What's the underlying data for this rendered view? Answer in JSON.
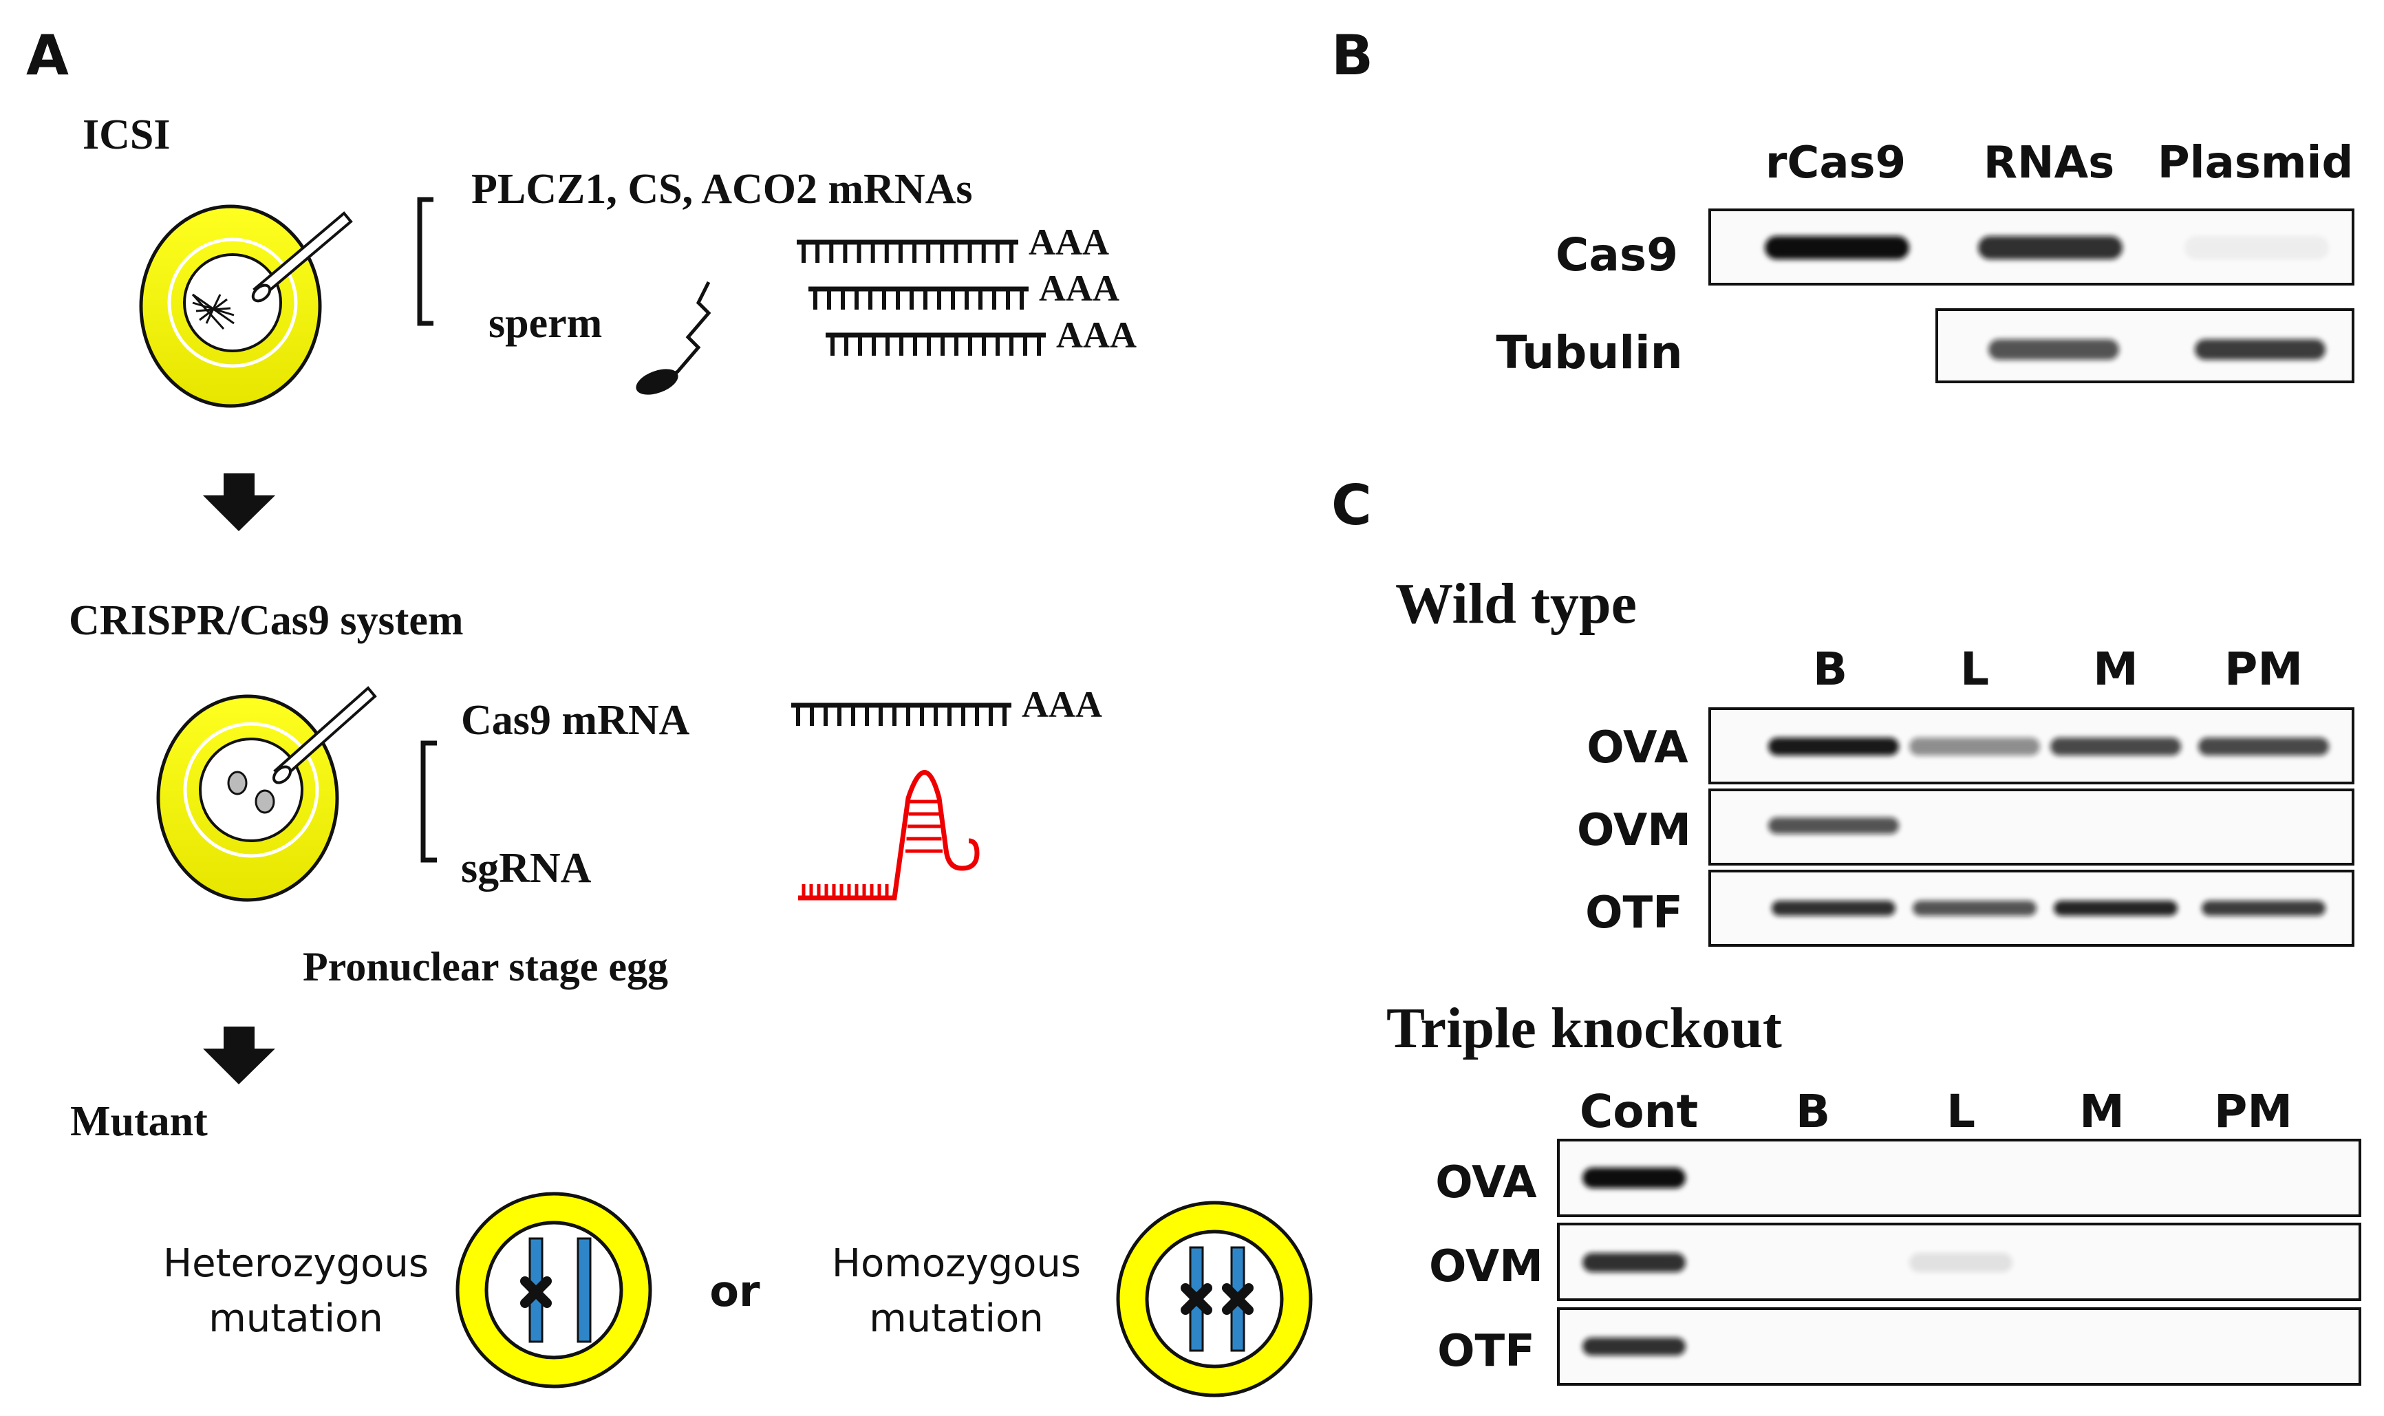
{
  "colors": {
    "egg_yellow": "#FFFF00",
    "stroke": "#111111",
    "sgRNA_red": "#EE0000",
    "chromosome_blue": "#2E86C8",
    "nucleus_grey": "#BBBBBB"
  },
  "panel_a": {
    "letter": "A",
    "icsi_title": "ICSI",
    "mrnas_label": "PLCZ1, CS, ACO2 mRNAs",
    "sperm_label": "sperm",
    "polyA_1": "AAA",
    "polyA_2": "AAA",
    "polyA_3": "AAA",
    "crispr_title": "CRISPR/Cas9 system",
    "cas9_mrna_label": "Cas9 mRNA",
    "cas9_polyA": "AAA",
    "sgrna_label": "sgRNA",
    "stage_label": "Pronuclear stage egg",
    "mutant_title": "Mutant",
    "hetero_line1": "Heterozygous",
    "hetero_line2": "mutation",
    "or_label": "or",
    "homo_line1": "Homozygous",
    "homo_line2": "mutation",
    "icons": [
      "egg-icon",
      "injection-pipette-icon",
      "sperm-icon",
      "mrna-icon",
      "sgrna-hairpin-icon",
      "down-arrow-icon",
      "chromosome-icon",
      "mutation-cross-icon"
    ]
  },
  "panel_b": {
    "letter": "B",
    "lanes": [
      "rCas9",
      "RNAs",
      "Plasmid"
    ],
    "rows": [
      {
        "label": "Cas9",
        "bands": [
          1.0,
          0.85,
          0.05
        ]
      },
      {
        "label": "Tubulin",
        "bands": [
          0.7,
          0.8
        ]
      }
    ]
  },
  "panel_c": {
    "letter": "C",
    "wild_type": {
      "title": "Wild type",
      "lanes": [
        "B",
        "L",
        "M",
        "PM"
      ],
      "rows": [
        {
          "label": "OVA",
          "bands": [
            0.95,
            0.45,
            0.75,
            0.75
          ]
        },
        {
          "label": "OVM",
          "bands": [
            0.7,
            0,
            0,
            0
          ]
        },
        {
          "label": "OTF",
          "bands": [
            0.85,
            0.7,
            0.9,
            0.8
          ]
        }
      ]
    },
    "triple_knockout": {
      "title": "Triple knockout",
      "lanes": [
        "Cont",
        "B",
        "L",
        "M",
        "PM"
      ],
      "rows": [
        {
          "label": "OVA",
          "bands": [
            1.0,
            0,
            0,
            0,
            0
          ]
        },
        {
          "label": "OVM",
          "bands": [
            0.85,
            0,
            0.1,
            0,
            0
          ]
        },
        {
          "label": "OTF",
          "bands": [
            0.85,
            0,
            0,
            0,
            0
          ]
        }
      ]
    }
  }
}
